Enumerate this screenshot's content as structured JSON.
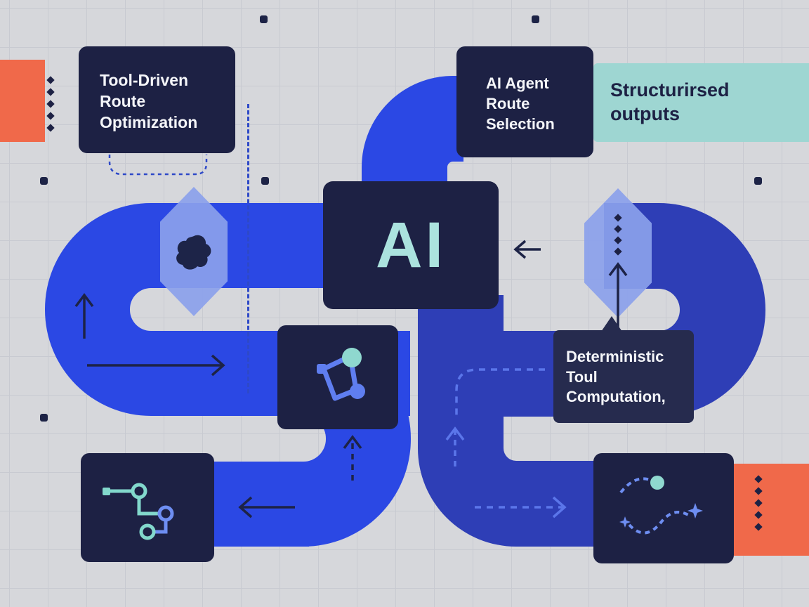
{
  "title": "AI agent route selection diagram",
  "labels": {
    "tool_driven": "Tool-Driven\nRoute\nOptimization",
    "ai_agent": "AI Agent\nRoute\nSelection",
    "structured_outputs": "Structurirsed\noutputs",
    "ai_core": "AI",
    "deterministic": "Deterministic\nToul\nComputation,"
  },
  "colors": {
    "background": "#d6d7db",
    "grid_line": "#c8cad1",
    "route_bright_blue": "#2b48e4",
    "route_deep_blue": "#2e3eb6",
    "panel_navy": "#1d2144",
    "teal_banner": "#9ed6d2",
    "teal_text": "#abe2de",
    "orange_accent": "#f0694a",
    "hexagon_periwinkle": "#8ba1ec",
    "dashed_arrow_blue": "#5b76ea",
    "icon_teal": "#82d8cc",
    "icon_blue": "#6e8ef2"
  },
  "icons": {
    "left_hexagon": "blob-node-icon",
    "right_hexagon": "dotted-column-icon",
    "bottom_left_box": "circuit-nodes-icon",
    "center_box": "molecule-nodes-icon",
    "bottom_right_box": "sparkle-route-icon"
  }
}
